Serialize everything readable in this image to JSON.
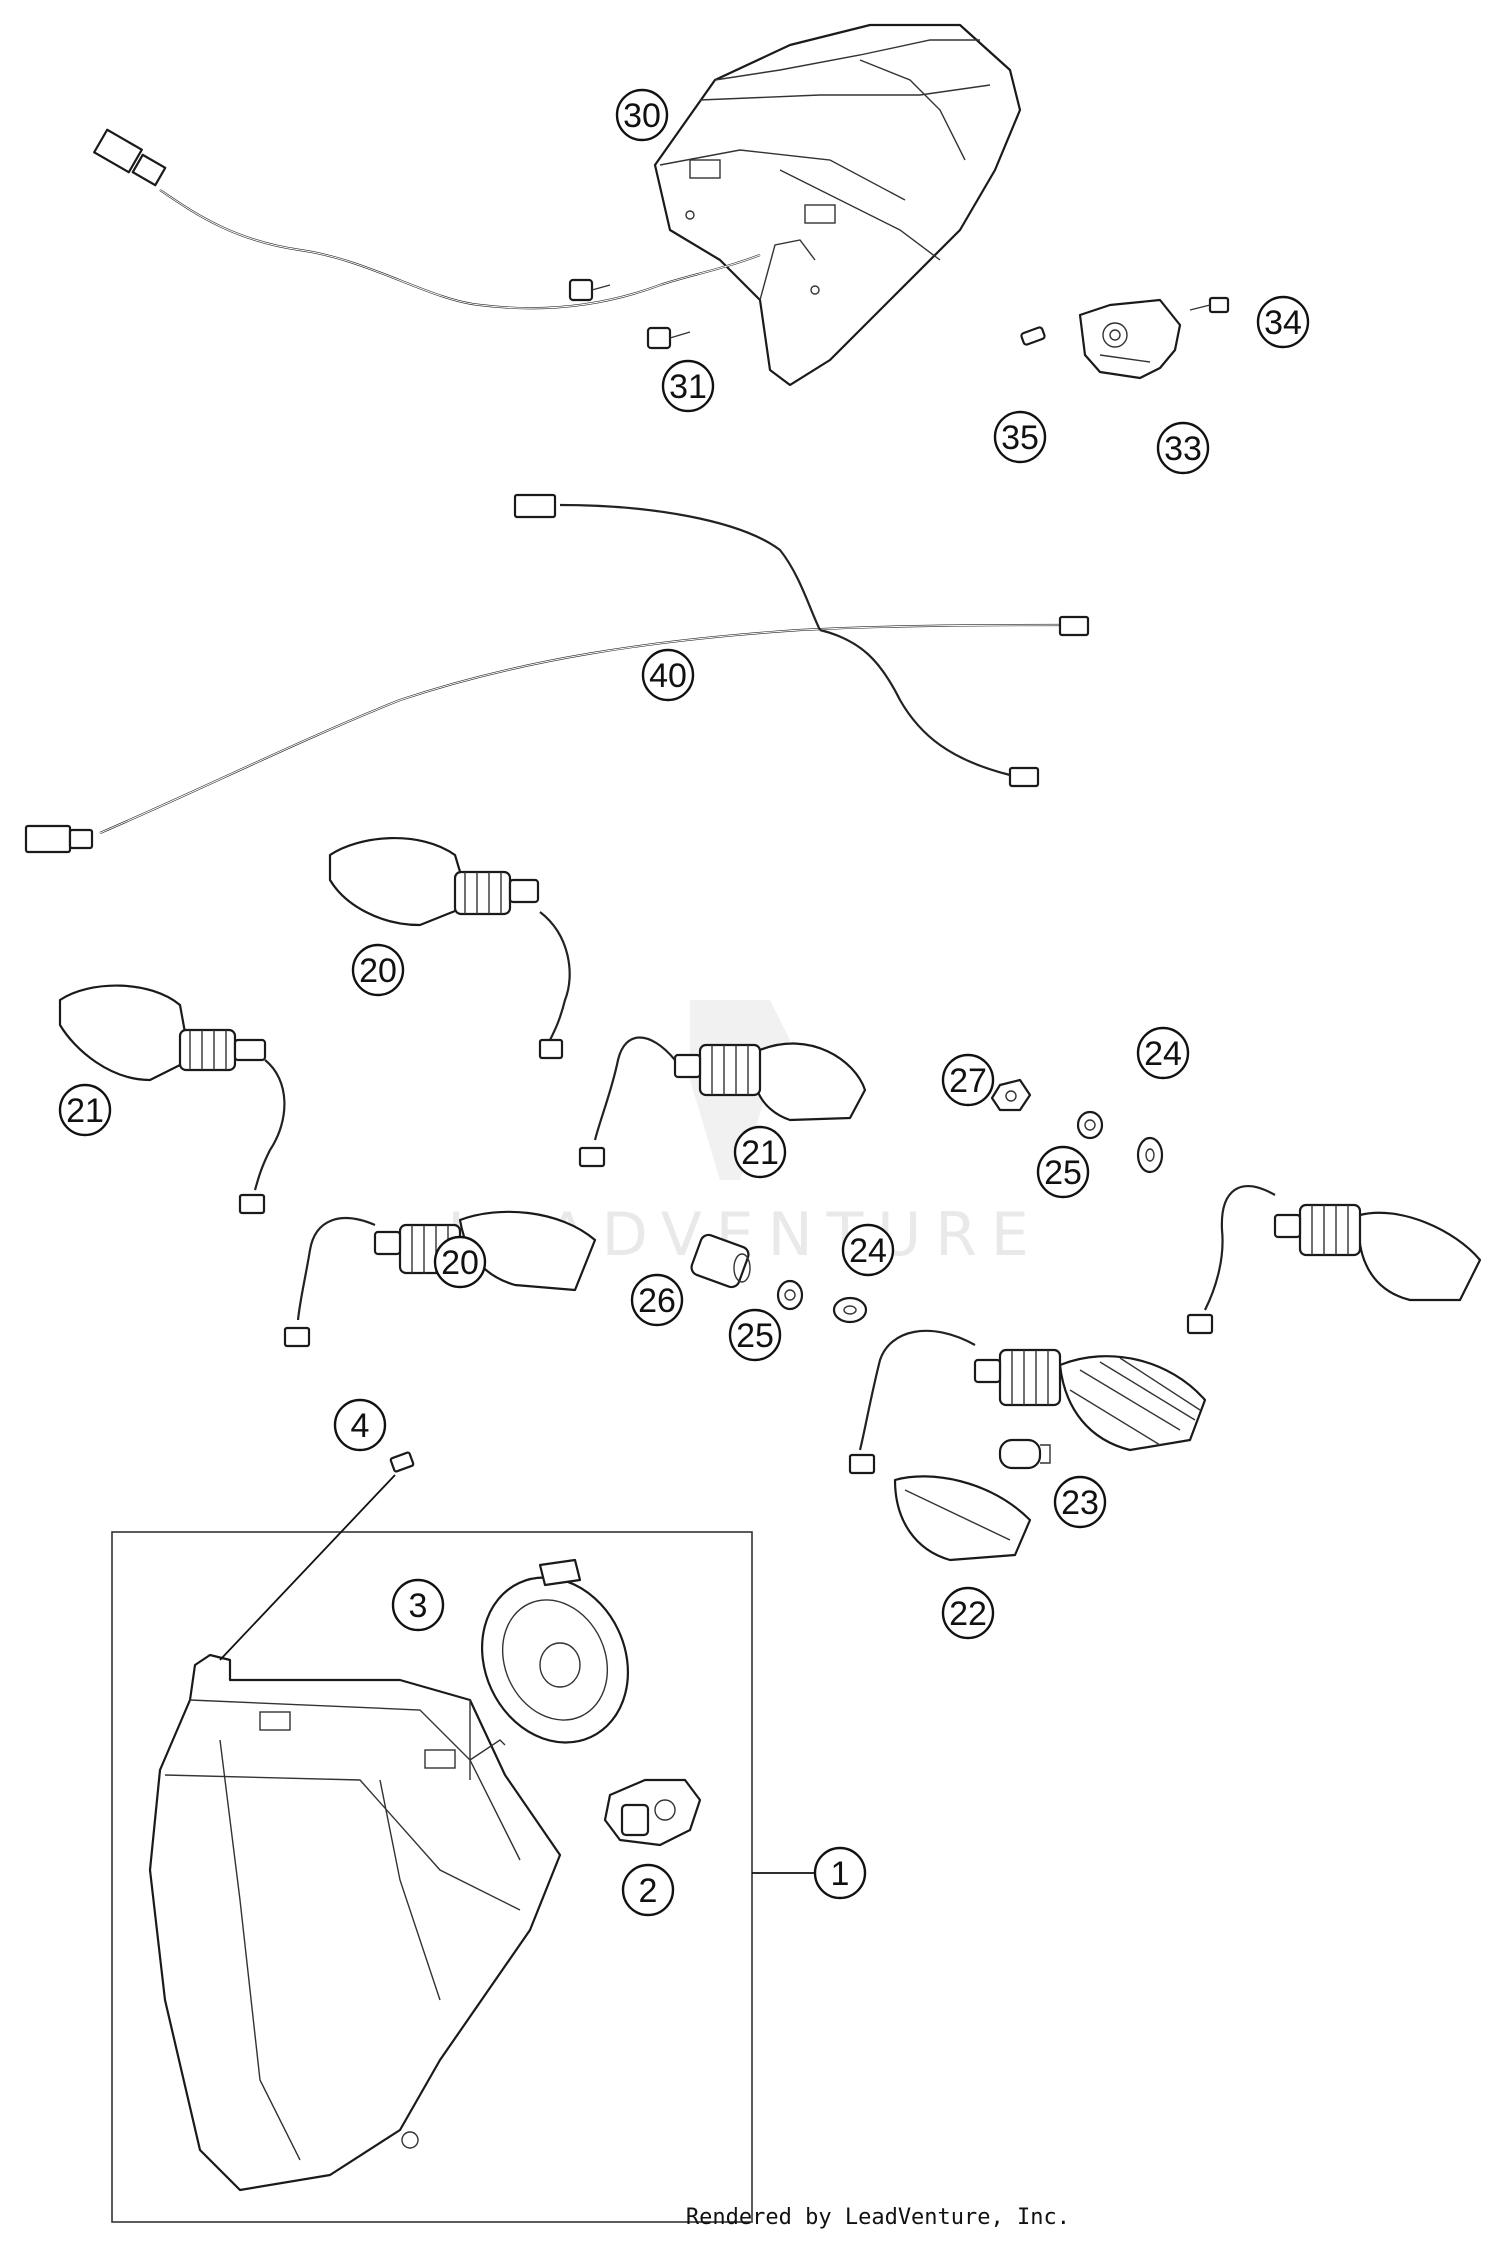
{
  "watermark": {
    "text": "LEADVENTURE"
  },
  "credit": "Rendered by LeadVenture, Inc.",
  "callouts": [
    {
      "id": "c30",
      "label": "30"
    },
    {
      "id": "c31",
      "label": "31"
    },
    {
      "id": "c35",
      "label": "35"
    },
    {
      "id": "c33",
      "label": "33"
    },
    {
      "id": "c34",
      "label": "34"
    },
    {
      "id": "c40",
      "label": "40"
    },
    {
      "id": "c20a",
      "label": "20"
    },
    {
      "id": "c21a",
      "label": "21"
    },
    {
      "id": "c21b",
      "label": "21"
    },
    {
      "id": "c20b",
      "label": "20"
    },
    {
      "id": "c27",
      "label": "27"
    },
    {
      "id": "c24a",
      "label": "24"
    },
    {
      "id": "c25a",
      "label": "25"
    },
    {
      "id": "c26",
      "label": "26"
    },
    {
      "id": "c24b",
      "label": "24"
    },
    {
      "id": "c25b",
      "label": "25"
    },
    {
      "id": "c4",
      "label": "4"
    },
    {
      "id": "c3",
      "label": "3"
    },
    {
      "id": "c23",
      "label": "23"
    },
    {
      "id": "c22",
      "label": "22"
    },
    {
      "id": "c1",
      "label": "1"
    },
    {
      "id": "c2",
      "label": "2"
    }
  ]
}
